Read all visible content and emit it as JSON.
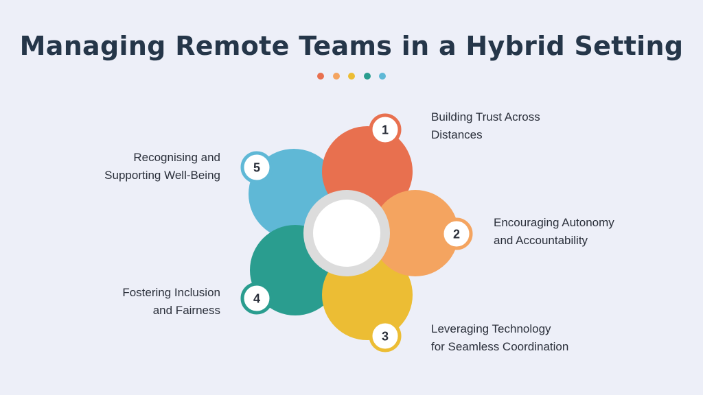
{
  "title": "Managing Remote Teams in a Hybrid Setting",
  "colors": {
    "background": "#edeff8",
    "title": "#253649",
    "hub_ring": "#dcdcdc",
    "hub_fill": "#ffffff",
    "badge_fill": "#ffffff",
    "number_text": "#2a2f3a"
  },
  "accent_dots": [
    "#e8704f",
    "#f4a460",
    "#ecbd34",
    "#2a9d8f",
    "#5fb8d6"
  ],
  "steps": [
    {
      "number": "1",
      "line1": "Building Trust Across",
      "line2": "Distances",
      "color": "#e8704f"
    },
    {
      "number": "2",
      "line1": "Encouraging Autonomy",
      "line2": "and Accountability",
      "color": "#f4a460"
    },
    {
      "number": "3",
      "line1": "Leveraging Technology",
      "line2": "for Seamless Coordination",
      "color": "#ecbd34"
    },
    {
      "number": "4",
      "line1": "Fostering Inclusion",
      "line2": "and Fairness",
      "color": "#2a9d8f"
    },
    {
      "number": "5",
      "line1": "Recognising and",
      "line2": "Supporting Well-Being",
      "color": "#5fb8d6"
    }
  ]
}
